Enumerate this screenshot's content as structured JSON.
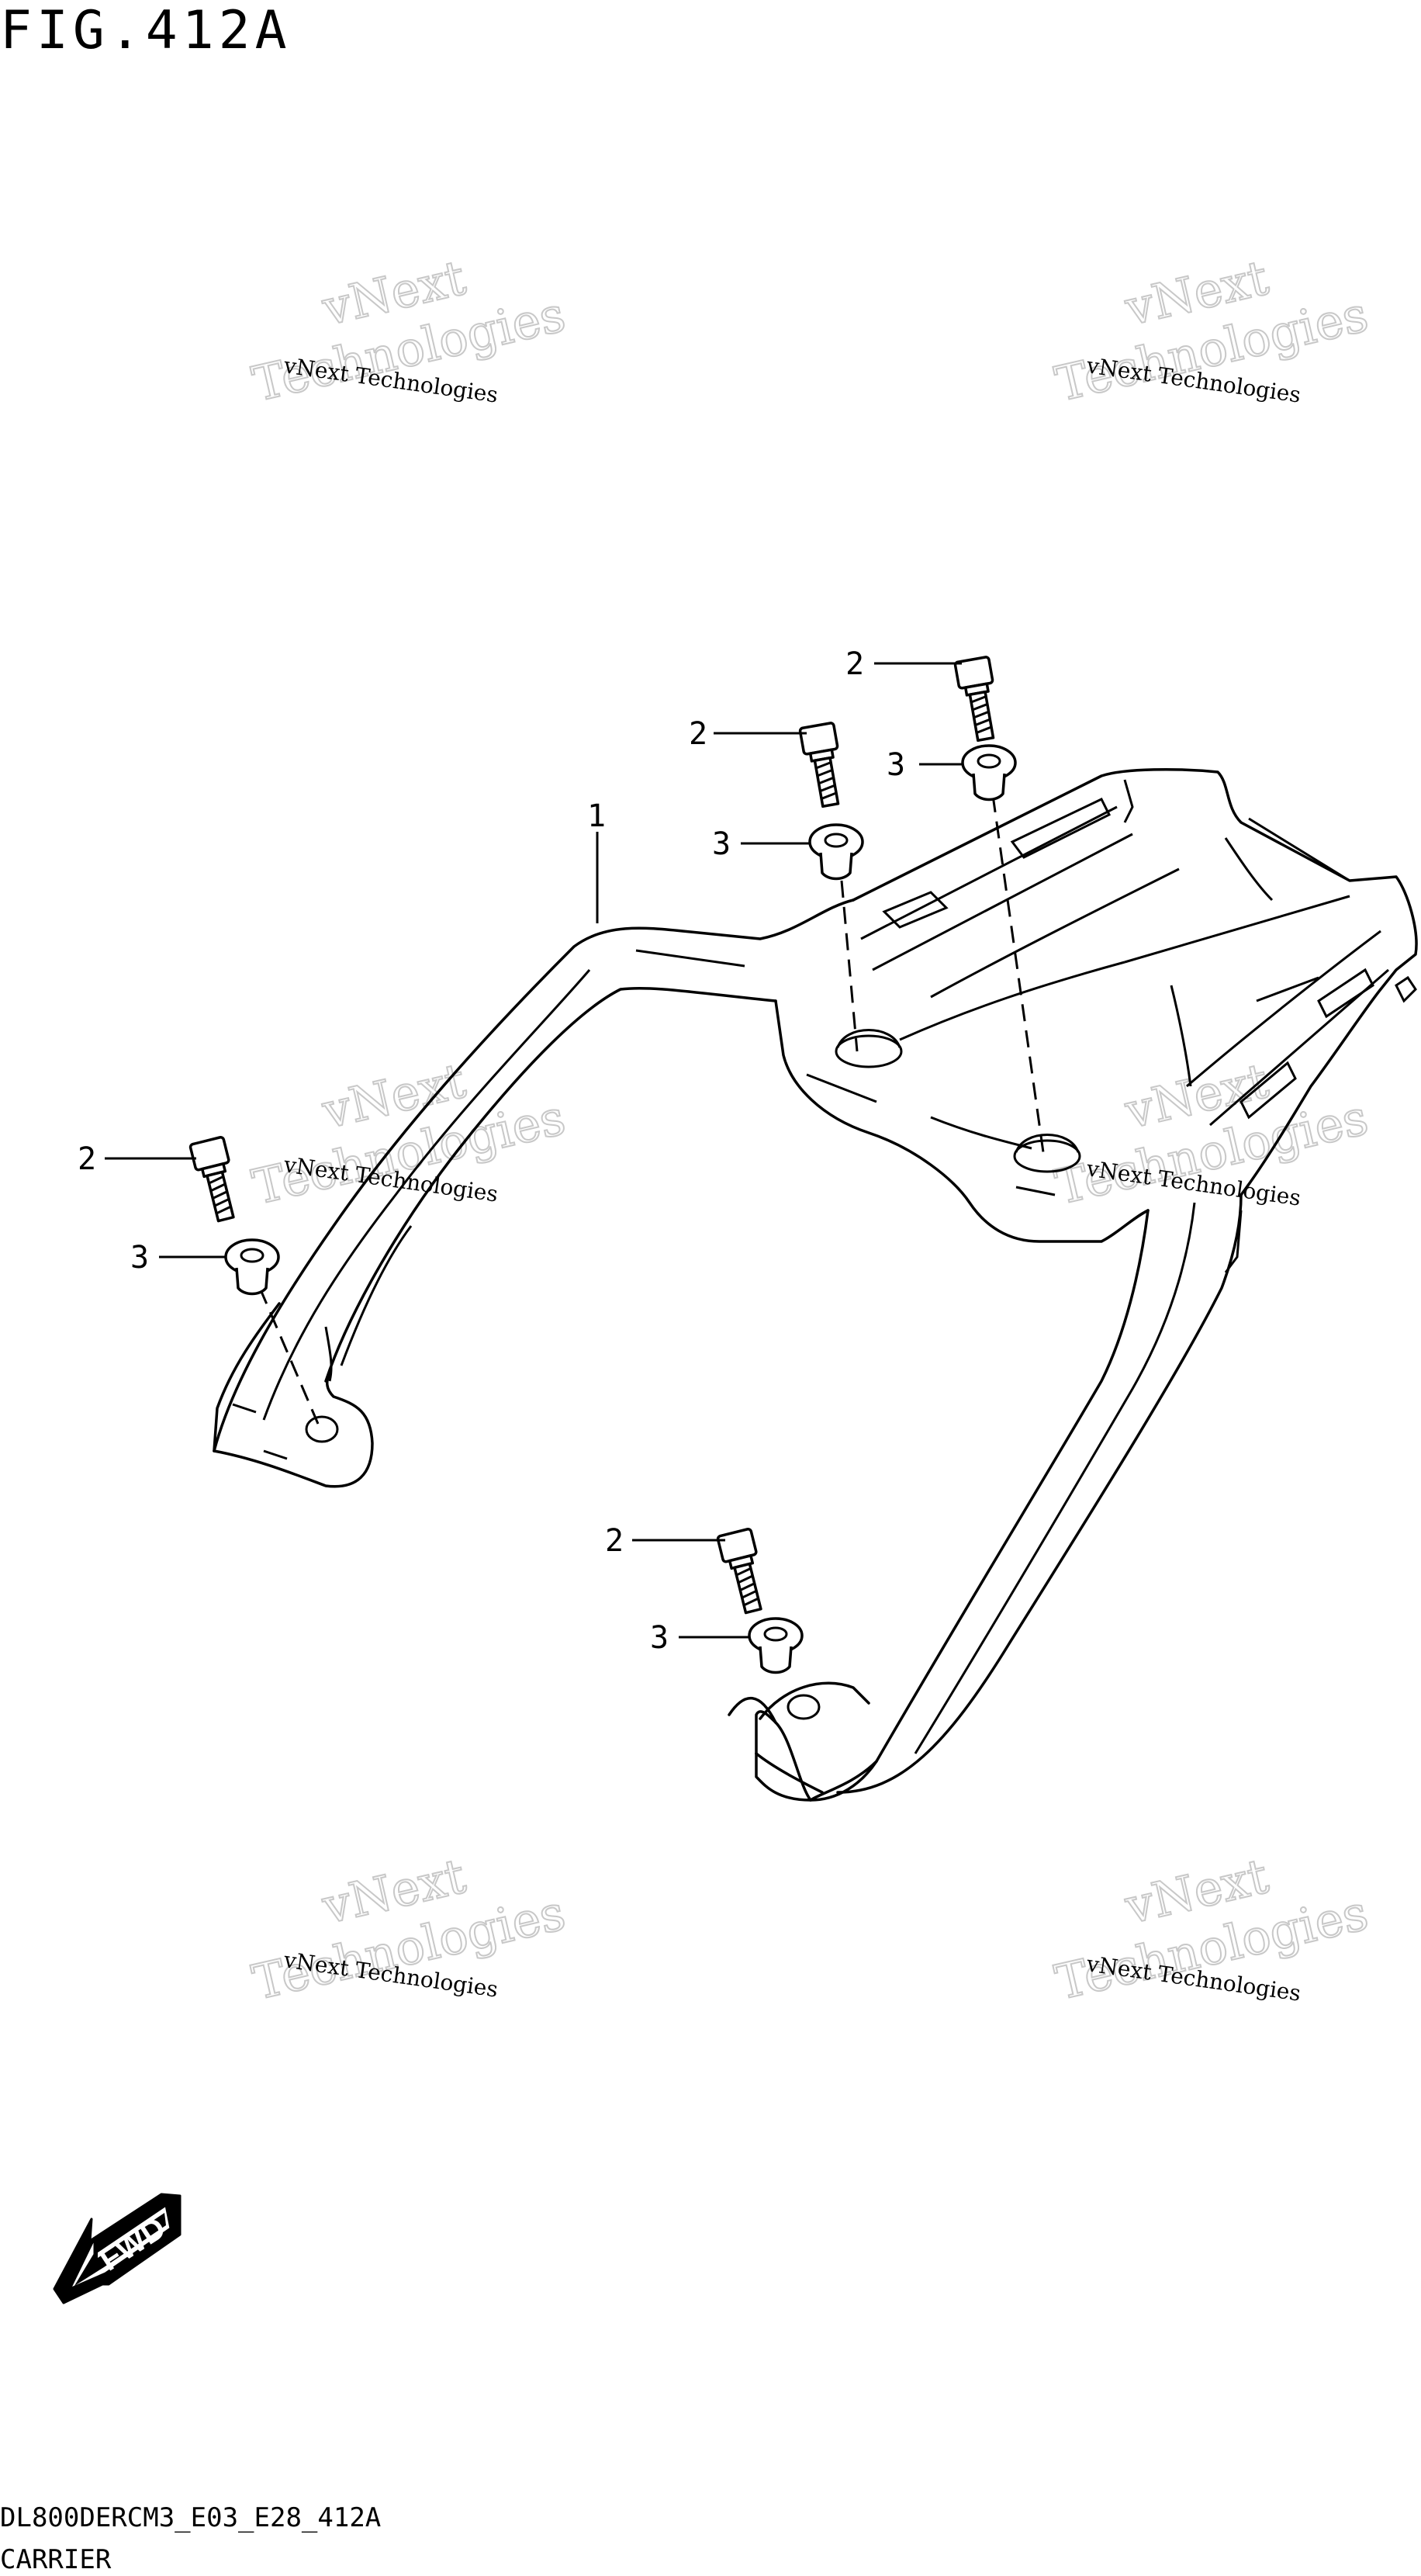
{
  "figure": {
    "title": "FIG.412A"
  },
  "footer": {
    "model_code": "DL800DERCM3_E03_E28_412A",
    "group_name": "CARRIER"
  },
  "callouts": {
    "carrier": "1",
    "bolt": "2",
    "washer": "3"
  },
  "watermark": {
    "line_small": "vNext Technologies",
    "line_big_1": "vNext",
    "line_big_2": "Technologies"
  },
  "direction_badge": {
    "label": "FWD"
  }
}
